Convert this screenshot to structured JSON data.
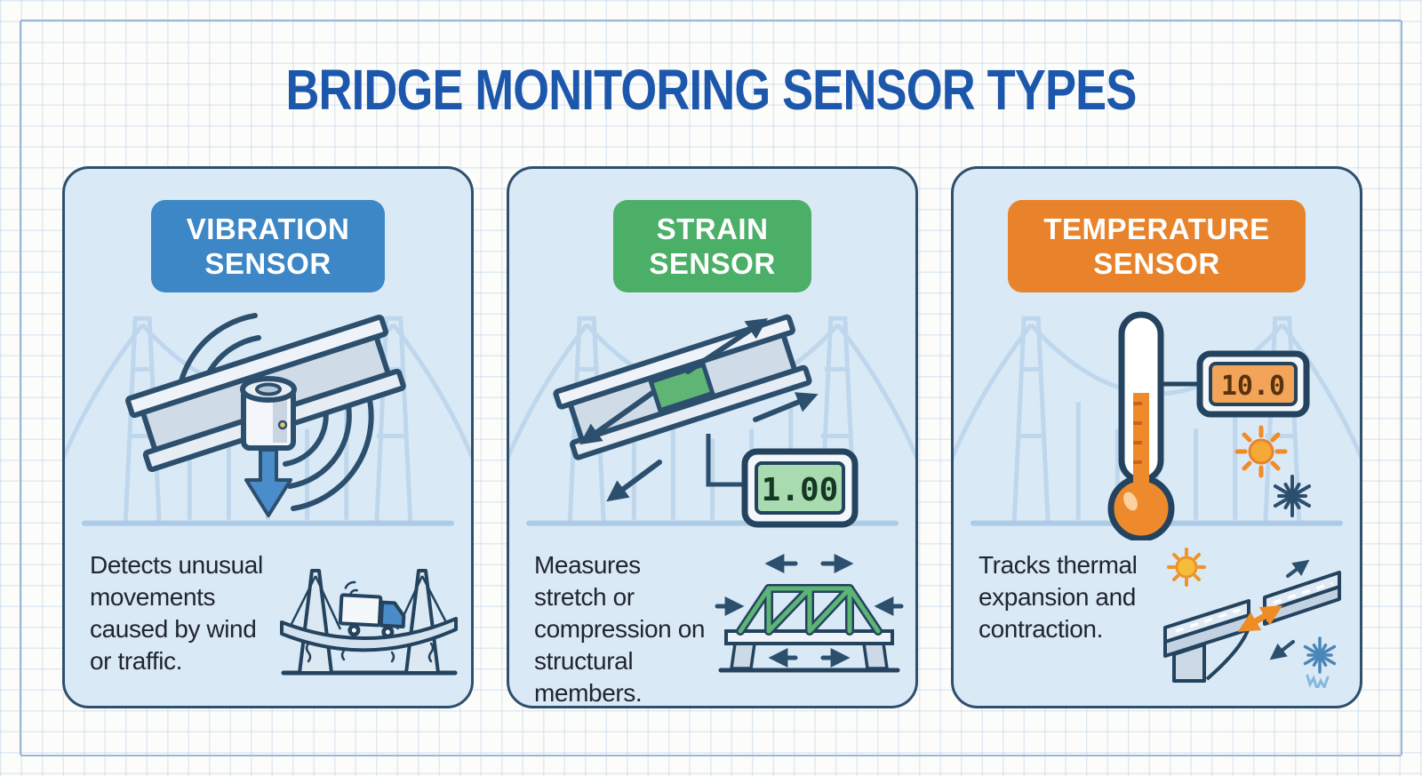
{
  "title": "BRIDGE MONITORING SENSOR TYPES",
  "colors": {
    "title_text": "#1c57ab",
    "card_background": "#d9e9f6",
    "card_border": "#2e4f6d",
    "vibration_header": "#3d87c6",
    "strain_header": "#4caf68",
    "temperature_header": "#e8832b",
    "grid_line": "#a8c6e4",
    "frame_border": "#9cb6d4",
    "body_text": "#20262e",
    "watermark_bridge": "#bfd7ec",
    "strain_lcd": "#a8dbb0",
    "temperature_lcd": "#f2a558"
  },
  "cards": [
    {
      "id": "vibration",
      "label_line1": "VIBRATION",
      "label_line2": "SENSOR",
      "description": "Detects unusual movements caused by wind or traffic.",
      "icons": [
        "vibration-waves-icon",
        "ibeam-icon",
        "sensor-device-icon",
        "down-arrow-icon",
        "truck-on-sagging-bridge-icon"
      ]
    },
    {
      "id": "strain",
      "label_line1": "STRAIN",
      "label_line2": "SENSOR",
      "display_value": "1.00",
      "description": "Measures stretch or compression on structural members.",
      "icons": [
        "ibeam-icon",
        "strain-gauge-icon",
        "stretch-arrows-icon",
        "digital-readout-icon",
        "truss-bridge-icon"
      ]
    },
    {
      "id": "temperature",
      "label_line1": "TEMPERATURE",
      "label_line2": "SENSOR",
      "display_value": "10.0",
      "description": "Tracks thermal expansion and contraction.",
      "icons": [
        "thermometer-icon",
        "digital-readout-icon",
        "sun-icon",
        "snowflake-icon",
        "expansion-joint-icon"
      ]
    }
  ]
}
